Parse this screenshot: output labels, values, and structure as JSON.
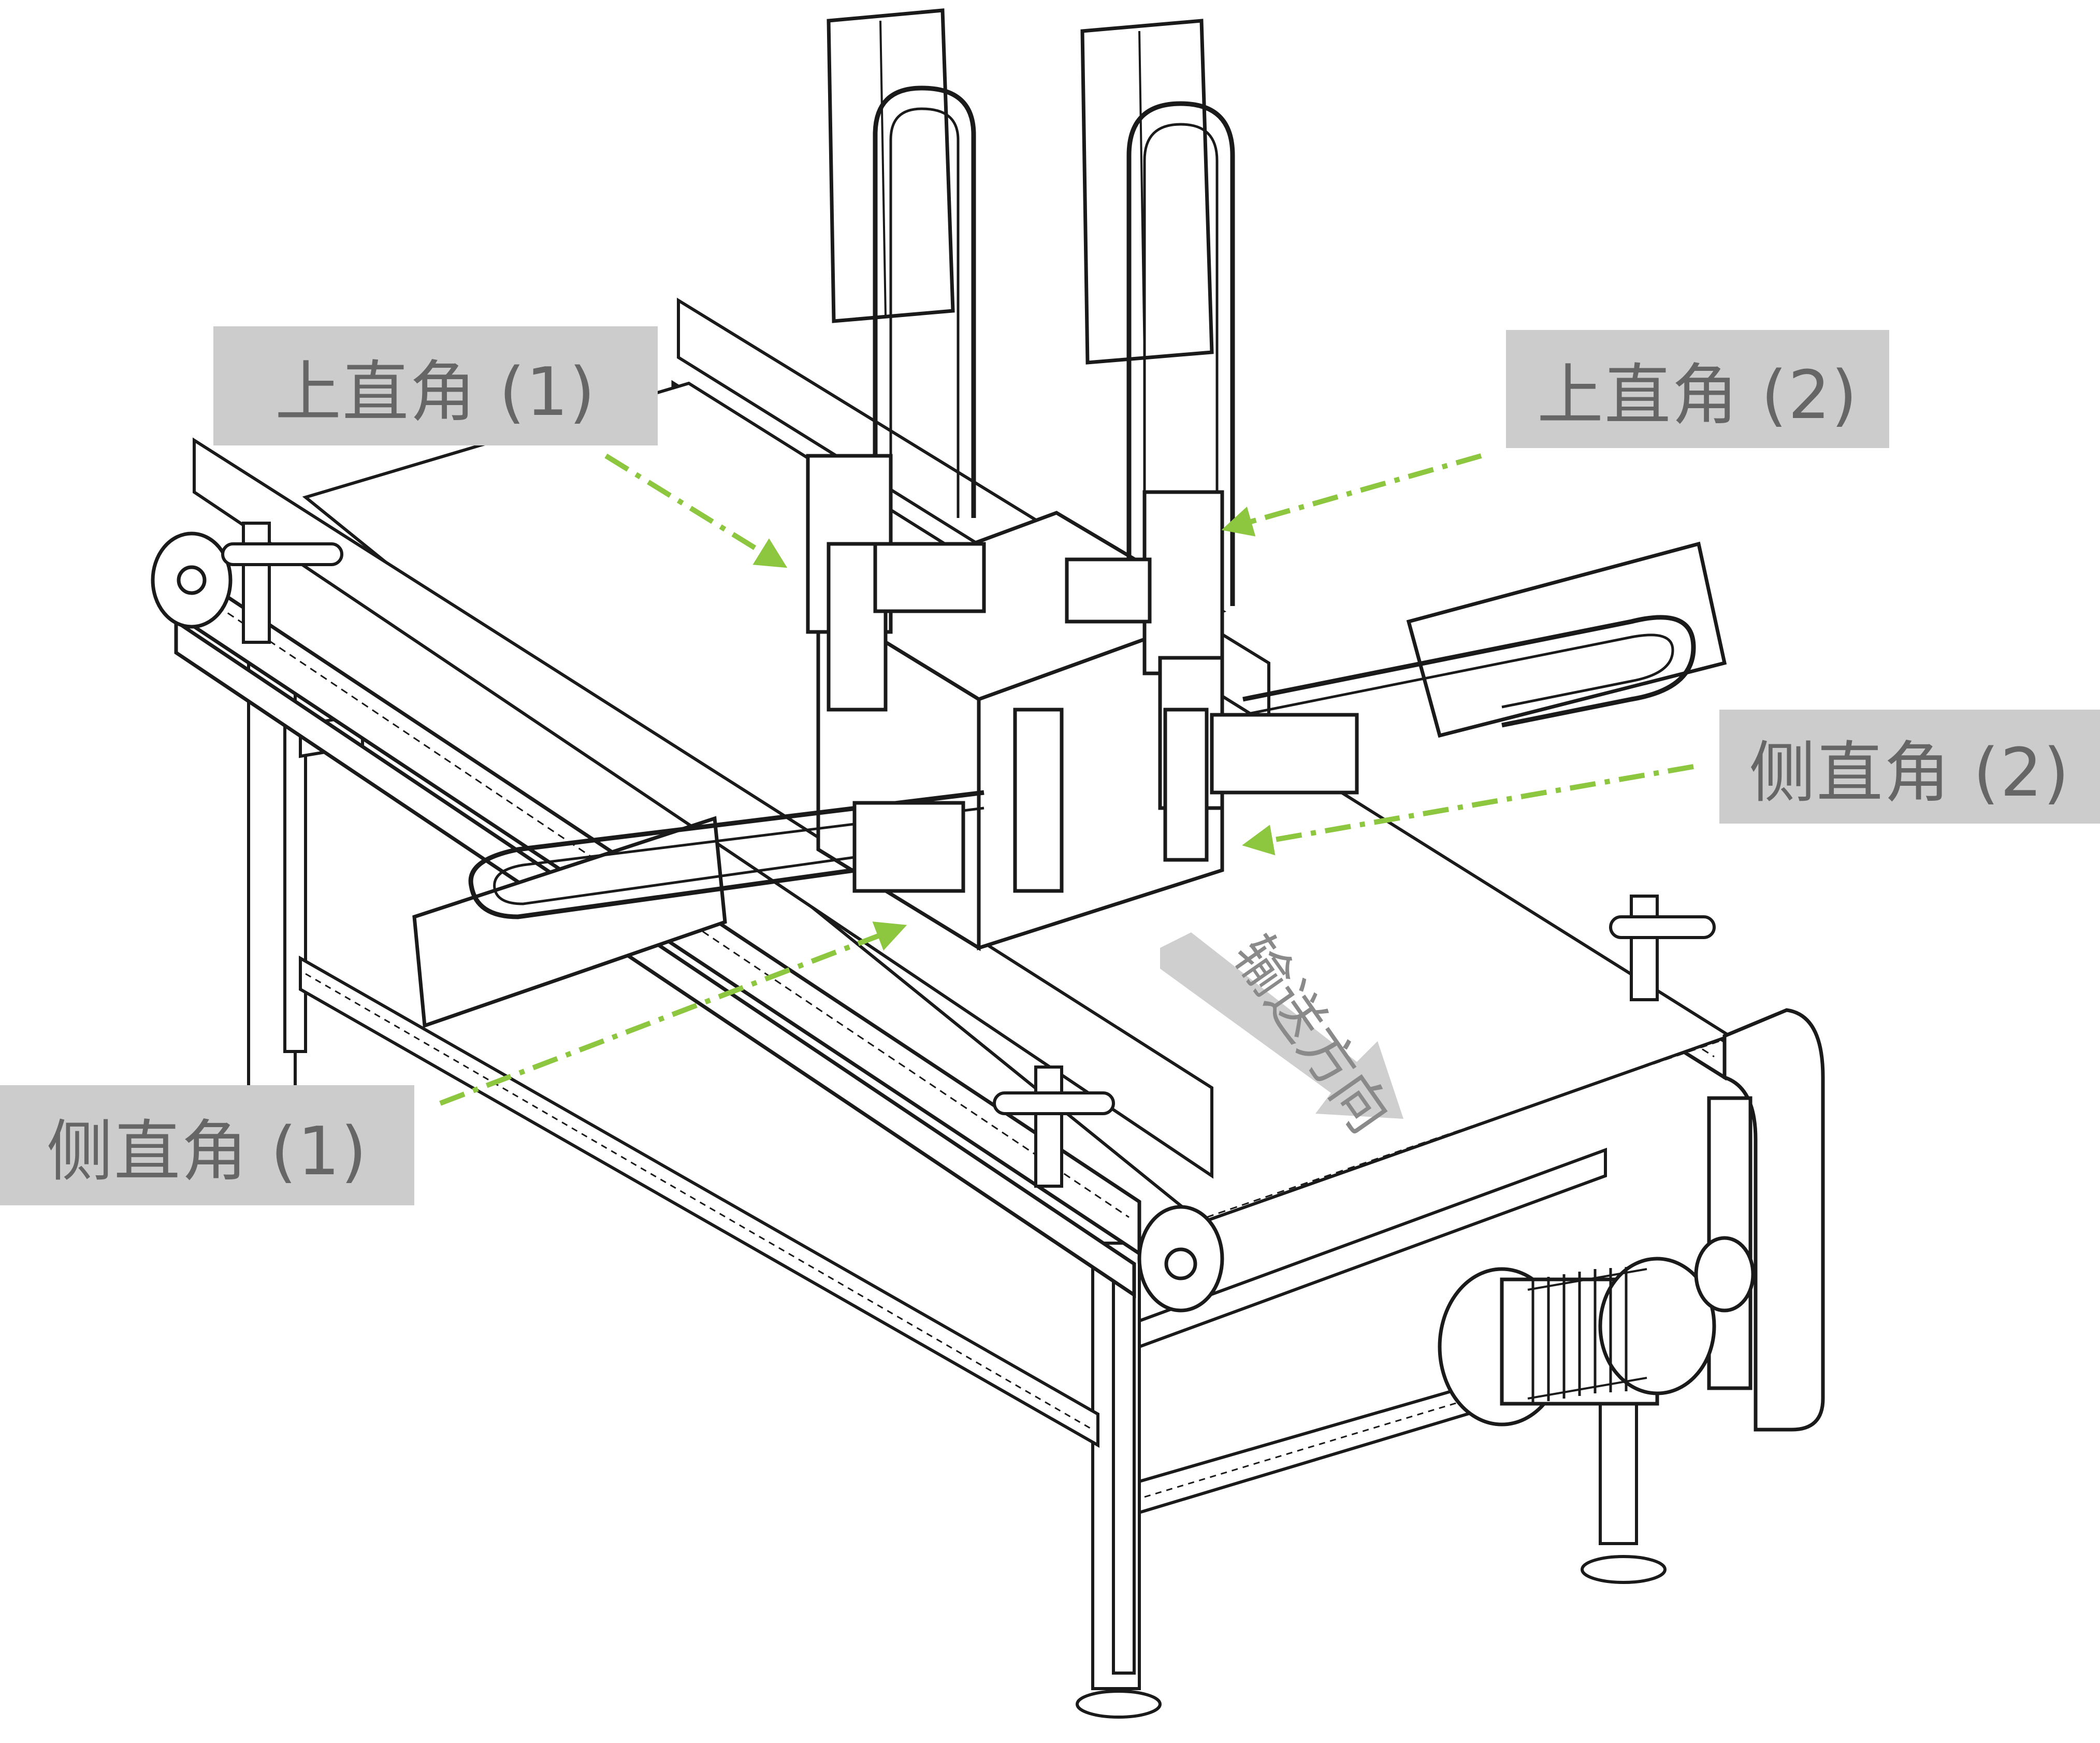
{
  "labels": {
    "top_right_angle_1": "上直角 (1)",
    "top_right_angle_2": "上直角 (2)",
    "side_right_angle_1": "侧直角 (1)",
    "side_right_angle_2": "侧直角 (2)",
    "conveying_direction": "输送方向"
  },
  "colors": {
    "label_bg": "#cccccc",
    "label_text": "#666666",
    "arrow_green": "#8dc63f",
    "line_art": "#1a1a1a",
    "direction_arrow": "#c8c8c8"
  }
}
